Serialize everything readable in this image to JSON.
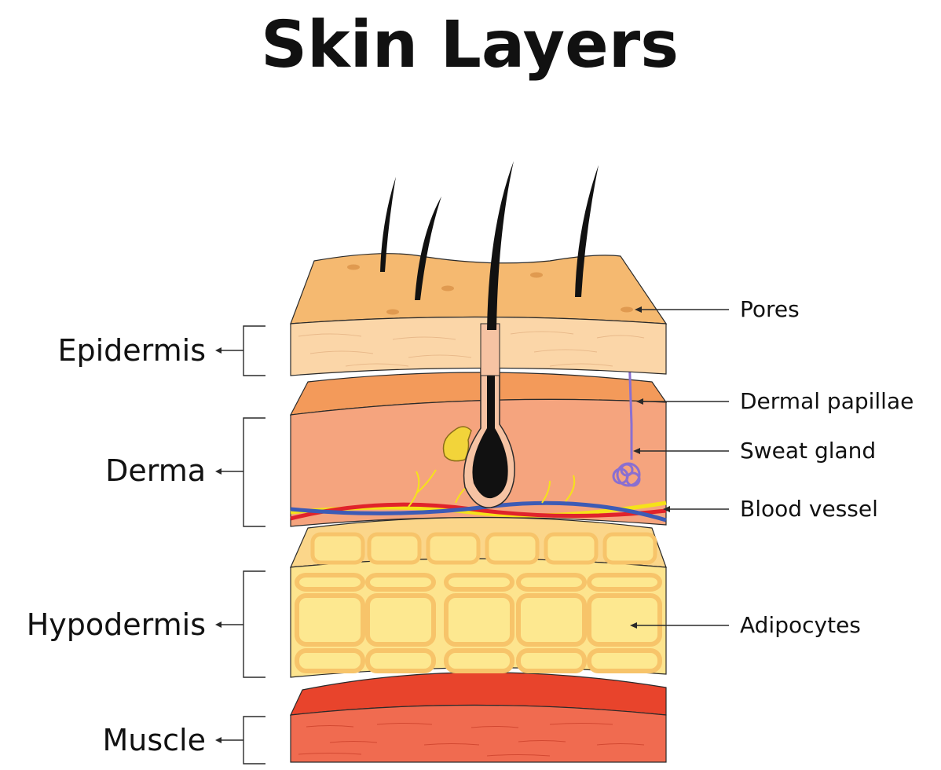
{
  "title": "Skin Layers",
  "layers": [
    {
      "label": "Epidermis"
    },
    {
      "label": "Derma"
    },
    {
      "label": "Hypodermis"
    },
    {
      "label": "Muscle"
    }
  ],
  "callouts": [
    {
      "label": "Pores"
    },
    {
      "label": "Dermal papillae"
    },
    {
      "label": "Sweat gland"
    },
    {
      "label": "Blood vessel"
    },
    {
      "label": "Adipocytes"
    }
  ],
  "colors": {
    "epidermis_top": "#f5b970",
    "epidermis_side": "#fbd6a8",
    "papillae": "#f39a5a",
    "derma": "#f5a47e",
    "hypodermis_top": "#fbd68a",
    "hypodermis_side": "#fde48e",
    "adipocyte_border": "#f7c46a",
    "muscle_top": "#e8442c",
    "muscle_side": "#f06b50",
    "hair": "#111111",
    "sweat_gland": "#8a6fd1",
    "artery": "#e0232b",
    "vein": "#3d5bb5",
    "nerve": "#f5e21a",
    "sebaceous": "#f2d43a"
  }
}
